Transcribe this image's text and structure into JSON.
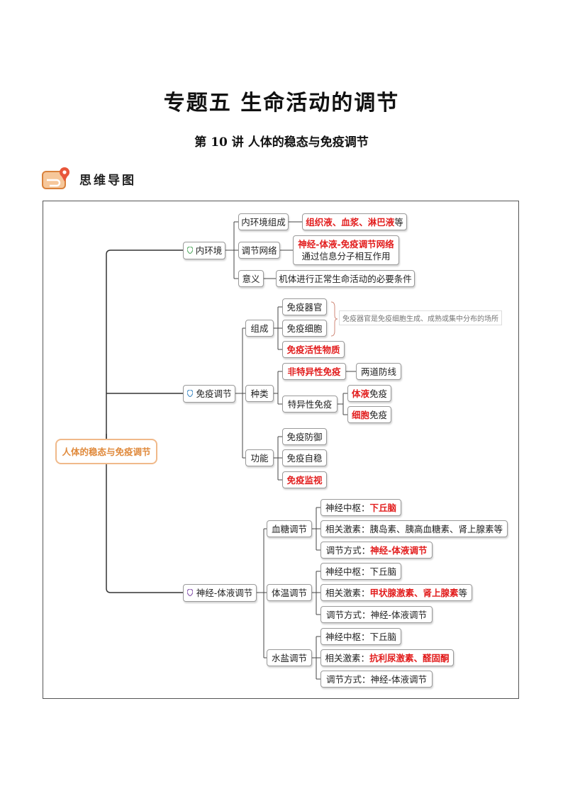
{
  "header": {
    "title": "专题五  生命活动的调节",
    "subtitle": "第 10 讲  人体的稳态与免疫调节",
    "section": "思维导图"
  },
  "colors": {
    "accent_red": "#e21d1d",
    "root_orange": "#e08a3c",
    "root_border": "#f0b98a"
  },
  "map": {
    "root": "人体的稳态与免疫调节",
    "branch1": {
      "label": "内环境",
      "composition": {
        "label": "内环境组成",
        "red": "组织液、血浆、淋巴液",
        "tail": "等"
      },
      "network": {
        "label": "调节网络",
        "red": "神经-体液-免疫调节网络",
        "desc": "通过信息分子相互作用"
      },
      "meaning": {
        "label": "意义",
        "desc": "机体进行正常生命活动的必要条件"
      }
    },
    "branch2": {
      "label": "免疫调节",
      "composition": {
        "label": "组成",
        "organ": "免疫器官",
        "cell": "免疫细胞",
        "substance": "免疫活性物质",
        "note": "免疫器官是免疫细胞生成、成熟或集中分布的场所"
      },
      "types": {
        "label": "种类",
        "nonspecific": "非特异性免疫",
        "barrier": "两道防线",
        "specific": "特异性免疫",
        "humoral_red": "体液",
        "humoral_tail": "免疫",
        "cellular_red": "细胞",
        "cellular_tail": "免疫"
      },
      "functions": {
        "label": "功能",
        "defense": "免疫防御",
        "stability": "免疫自稳",
        "surveillance": "免疫监视"
      }
    },
    "branch3": {
      "label": "神经-体液调节",
      "glucose": {
        "label": "血糖调节",
        "center_label": "神经中枢：",
        "center_red": "下丘脑",
        "hormone_label": "相关激素：胰岛素、胰高血糖素、肾上腺素等",
        "mode_label": "调节方式：",
        "mode_red": "神经-体液调节"
      },
      "temperature": {
        "label": "体温调节",
        "center_label": "神经中枢：下丘脑",
        "hormone_label": "相关激素：",
        "hormone_red": "甲状腺激素、肾上腺素",
        "hormone_tail": "等",
        "mode_label": "调节方式：神经-体液调节"
      },
      "water_salt": {
        "label": "水盐调节",
        "center_label": "神经中枢：下丘脑",
        "hormone_label": "相关激素：",
        "hormone_red": "抗利尿激素、醛固酮",
        "mode_label": "调节方式：神经-体液调节"
      }
    }
  }
}
